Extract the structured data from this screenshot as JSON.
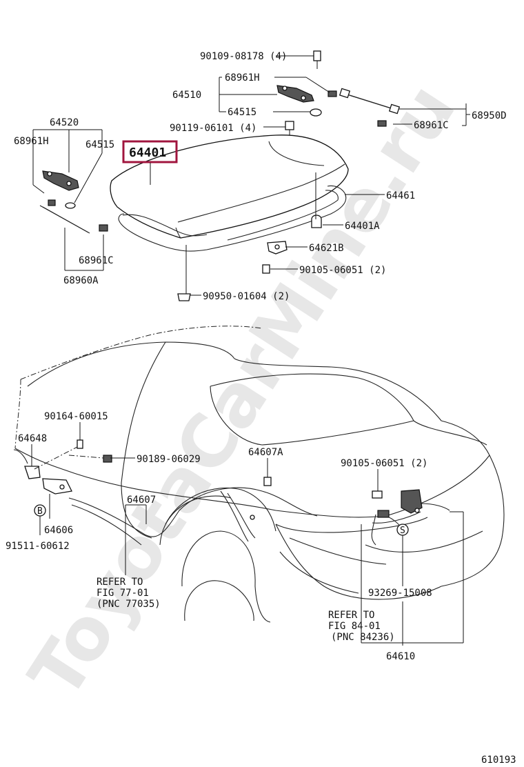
{
  "watermark": "ToyotaCarMine.ru",
  "highlighted_part": "64401",
  "figure_number": "610193",
  "callouts": {
    "c_9010908178": "90109-08178 (4)",
    "c_68961h_top": "68961H",
    "c_64510": "64510",
    "c_64515_top": "64515",
    "c_9011906101": "90119-06101 (4)",
    "c_68961c_right": "68961C",
    "c_68950d": "68950D",
    "c_64520": "64520",
    "c_68961h_left": "68961H",
    "c_64515_left": "64515",
    "c_64461": "64461",
    "c_64401a": "64401A",
    "c_64621b": "64621B",
    "c_9010506051_top": "90105-06051 (2)",
    "c_68961c_left": "68961C",
    "c_68960a": "68960A",
    "c_9095001604": "90950-01604 (2)",
    "c_9016460015": "90164-60015",
    "c_64648": "64648",
    "c_9018906029": "90189-06029",
    "c_64607a": "64607A",
    "c_9010506051_bottom": "90105-06051 (2)",
    "c_64607": "64607",
    "c_64606": "64606",
    "c_9151160612": "91511-60612",
    "c_9326915008": "93269-15008",
    "c_64610": "64610",
    "b_badge": "B"
  },
  "refer_left": {
    "line1": "REFER TO",
    "line2": "FIG 77-01",
    "line3": "(PNC 77035)"
  },
  "refer_right": {
    "line1": "REFER TO",
    "line2": "FIG 84-01",
    "line3": "(PNC 84236)"
  },
  "colors": {
    "highlight": "#a0153e",
    "line": "#111111",
    "watermark": "#e7e7e7"
  }
}
